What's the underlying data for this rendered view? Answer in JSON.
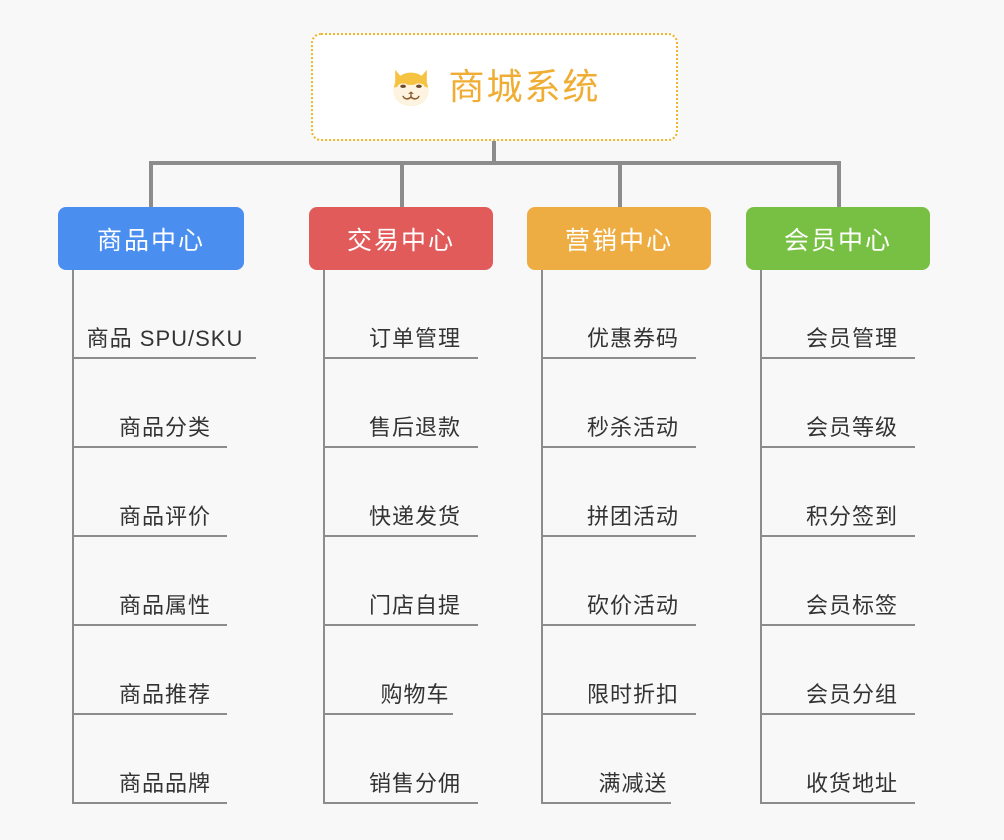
{
  "diagram": {
    "title": "商城系统",
    "background_color": "#f8f8f8",
    "connector_color": "#8c8c8c",
    "root": {
      "label": "商城系统",
      "icon": "shiba-dog-icon",
      "text_color": "#f0ad33",
      "border_color": "#f0b429",
      "fill_color": "#ffffff"
    },
    "branches": [
      {
        "label": "商品中心",
        "color": "#4a8ef0",
        "items": [
          "商品 SPU/SKU",
          "商品分类",
          "商品评价",
          "商品属性",
          "商品推荐",
          "商品品牌"
        ]
      },
      {
        "label": "交易中心",
        "color": "#e15b5b",
        "items": [
          "订单管理",
          "售后退款",
          "快递发货",
          "门店自提",
          "购物车",
          "销售分佣"
        ]
      },
      {
        "label": "营销中心",
        "color": "#eead43",
        "items": [
          "优惠券码",
          "秒杀活动",
          "拼团活动",
          "砍价活动",
          "限时折扣",
          "满减送"
        ]
      },
      {
        "label": "会员中心",
        "color": "#78c043",
        "items": [
          "会员管理",
          "会员等级",
          "积分签到",
          "会员标签",
          "会员分组",
          "收货地址"
        ]
      }
    ]
  }
}
